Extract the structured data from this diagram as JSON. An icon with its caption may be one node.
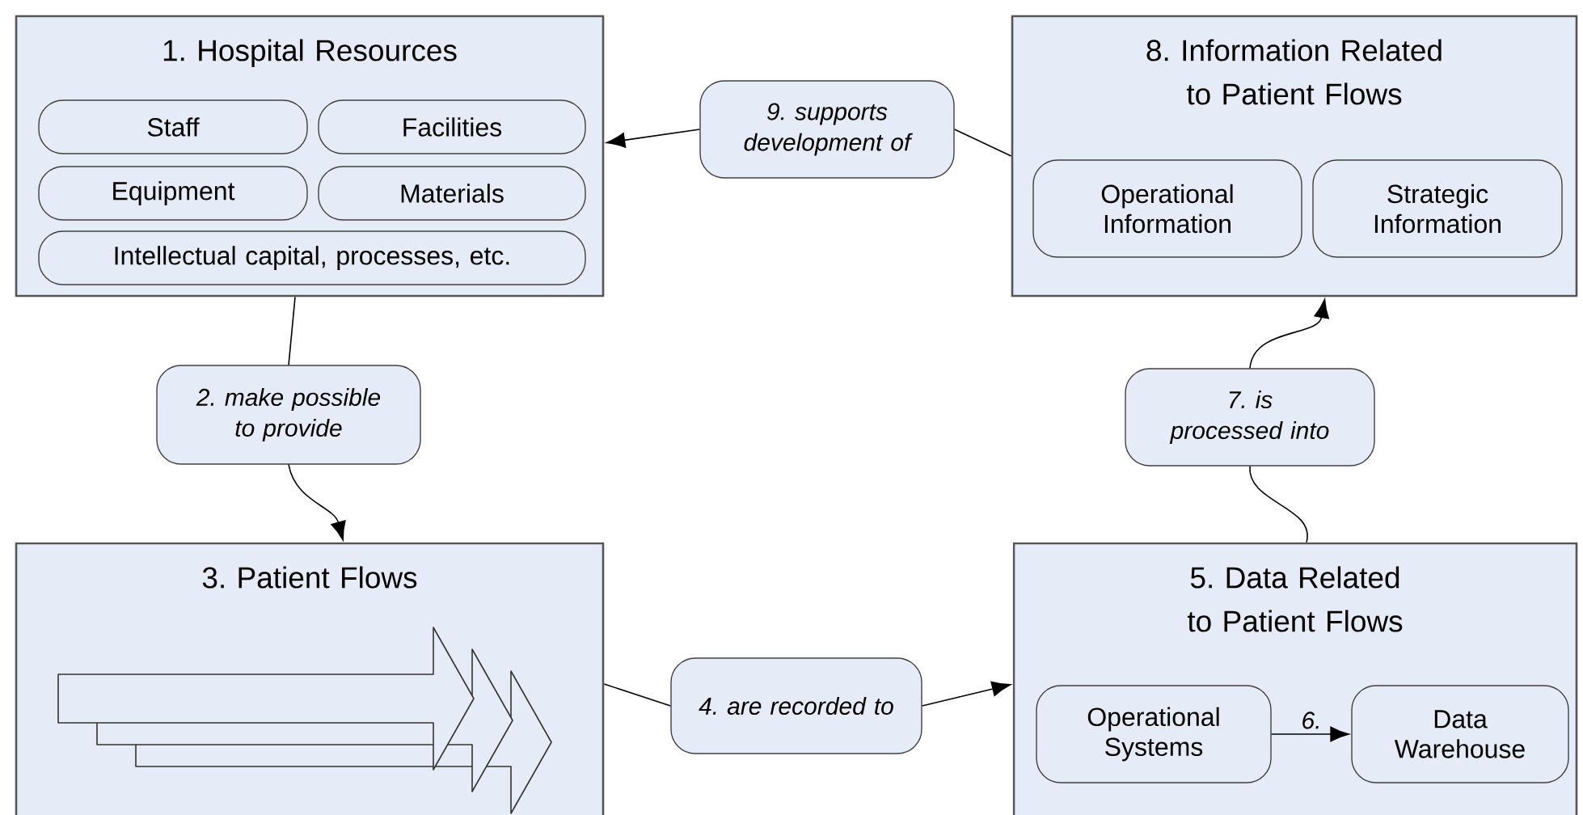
{
  "diagram": {
    "nodes": [
      {
        "text": [
          "1. Hospital Resources"
        ]
      },
      {
        "text": [
          "Staff"
        ],
        "in": 0
      },
      {
        "text": [
          "Facilities"
        ],
        "in": 0
      },
      {
        "text": [
          "Equipment"
        ],
        "in": 0
      },
      {
        "text": [
          "Materials"
        ],
        "in": 0
      },
      {
        "text": [
          "Intellectual capital, processes, etc."
        ],
        "in": 0
      },
      {
        "text": [
          "9. supports development of"
        ]
      },
      {
        "text": [
          "8. Information Related to Patient Flows"
        ]
      },
      {
        "text": [
          "Operational Information"
        ],
        "in": 7
      },
      {
        "text": [
          "Strategic Information"
        ],
        "in": 7
      },
      {
        "text": [
          "2. make possible to provide"
        ]
      },
      {
        "text": [
          "7. is processed into"
        ]
      },
      {
        "text": [
          "3. Patient Flows"
        ]
      },
      {
        "text": [
          "4. are recorded to"
        ]
      },
      {
        "text": [
          "5. Data Related to Patient Flows"
        ]
      },
      {
        "text": [
          "Operational Systems"
        ],
        "in": 14
      },
      {
        "text": [
          "Data Warehouse"
        ],
        "in": 14
      }
    ],
    "edges": [
      {
        "from": 0,
        "to": 10,
        "arrow": "none"
      },
      {
        "from": 10,
        "to": 12,
        "arrow": "to"
      },
      {
        "from": 12,
        "to": 13,
        "arrow": "none"
      },
      {
        "from": 13,
        "to": 14,
        "arrow": "to"
      },
      {
        "from": 15,
        "to": 16,
        "arrow": "to",
        "label": "6."
      },
      {
        "from": 14,
        "to": 11,
        "arrow": "none"
      },
      {
        "from": 11,
        "to": 7,
        "arrow": "to"
      },
      {
        "from": 7,
        "to": 6,
        "arrow": "none"
      },
      {
        "from": 6,
        "to": 0,
        "arrow": "to"
      }
    ]
  }
}
